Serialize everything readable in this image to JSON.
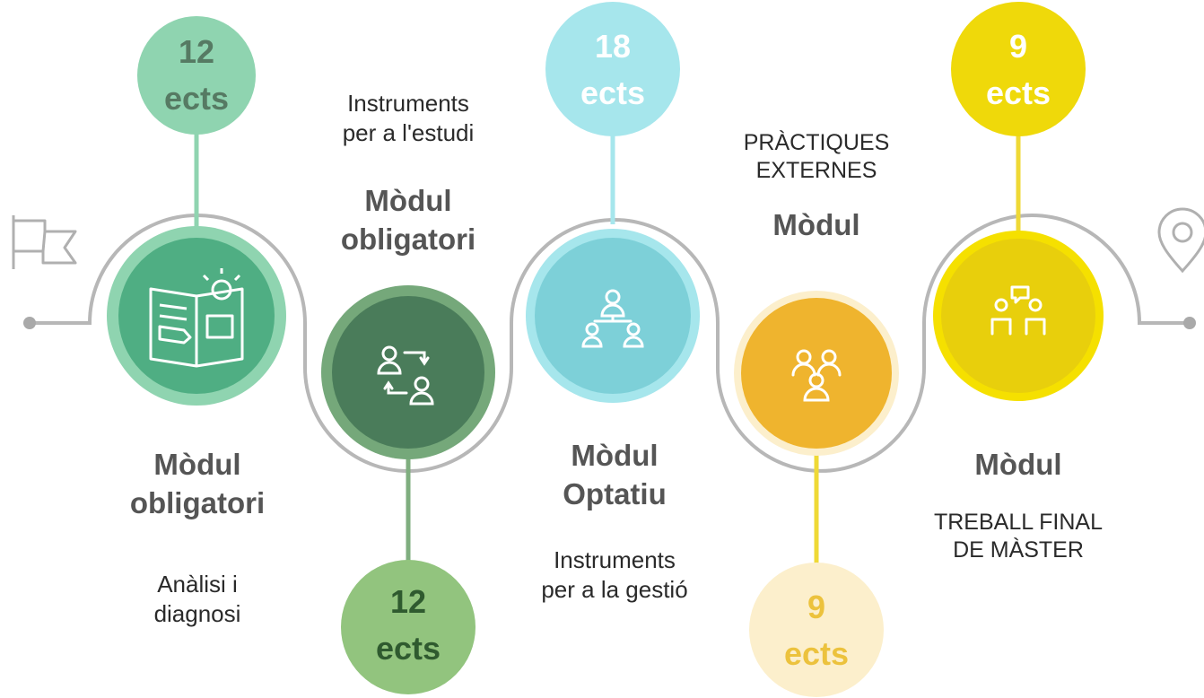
{
  "colors": {
    "track": "#b7b7b7",
    "green_light": "#8fd4b0",
    "green_dark": "#4a7c5a",
    "cyan": "#7dd0d8",
    "orange": "#efb42e",
    "yellow": "#f5e000"
  },
  "icons": {
    "start": "flag-icon",
    "end": "location-pin-icon",
    "m1": "book-lightbulb-icon",
    "m2": "people-exchange-icon",
    "m3": "team-hierarchy-icon",
    "m4": "group-meeting-icon",
    "m5": "discussion-icon"
  },
  "modules": [
    {
      "title_line1": "Mòdul",
      "title_line2": "obligatori",
      "desc_line1": "Anàlisi i",
      "desc_line2": "diagnosi",
      "ects_num": "12",
      "ects_unit": "ects"
    },
    {
      "desc_line1": "Instruments",
      "desc_line2": "per a l'estudi",
      "title_line1": "Mòdul",
      "title_line2": "obligatori",
      "ects_num": "12",
      "ects_unit": "ects"
    },
    {
      "title_line1": "Mòdul",
      "title_line2": "Optatiu",
      "desc_line1": "Instruments",
      "desc_line2": "per a la gestió",
      "ects_num": "18",
      "ects_unit": "ects"
    },
    {
      "desc_line1": "PRÀCTIQUES",
      "desc_line2": "EXTERNES",
      "title_line1": "Mòdul",
      "ects_num": "9",
      "ects_unit": "ects"
    },
    {
      "title_line1": "Mòdul",
      "desc_line1": "TREBALL FINAL",
      "desc_line2": "DE MÀSTER",
      "ects_num": "9",
      "ects_unit": "ects"
    }
  ]
}
